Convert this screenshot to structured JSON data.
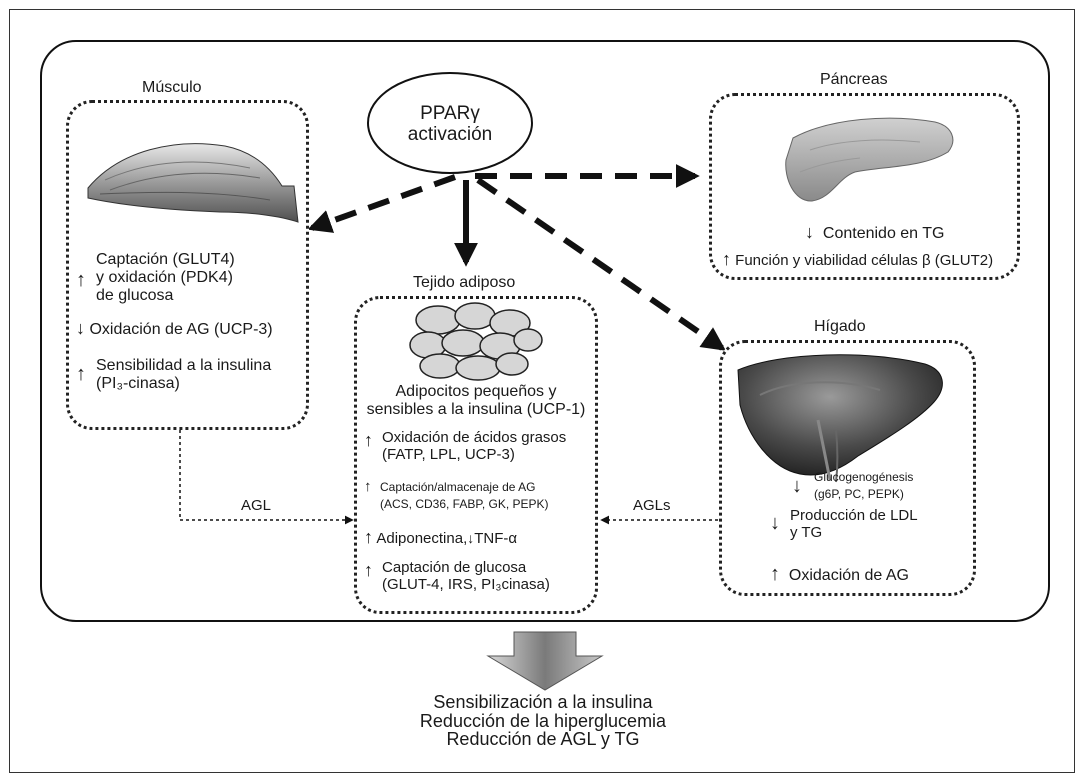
{
  "center": {
    "line1": "PPARγ",
    "line2": "activación"
  },
  "muscle": {
    "title": "Músculo",
    "item1": [
      "Captación (GLUT4)",
      "y oxidación (PDK4)",
      "de glucosa"
    ],
    "item2": "Oxidación de AG (UCP-3)",
    "item3": [
      "Sensibilidad a la insulina",
      "(PI₃-cinasa)"
    ]
  },
  "pancreas": {
    "title": "Páncreas",
    "item1": "Contenido en TG",
    "item2": "Función y viabilidad células β (GLUT2)"
  },
  "adipose": {
    "title": "Tejido adiposo",
    "desc": [
      "Adipocitos pequeños y",
      "sensibles a la insulina (UCP-1)"
    ],
    "item1": [
      "Oxidación de ácidos grasos",
      "(FATP, LPL, UCP-3)"
    ],
    "item2": [
      "Captación/almacenaje de AG",
      "(ACS, CD36, FABP, GK, PEPK)"
    ],
    "item3a": "Adiponectina,",
    "item3b": "TNF-α",
    "item4": [
      "Captación de glucosa",
      "(GLUT-4, IRS, PI₃cinasa)"
    ]
  },
  "liver": {
    "title": "Hígado",
    "item1": [
      "Glucogenogénesis",
      "(g6P, PC, PEPK)"
    ],
    "item2": [
      "Producción de LDL",
      "y TG"
    ],
    "item3": "Oxidación de AG"
  },
  "flows": {
    "left": "AGL",
    "right": "AGLs"
  },
  "outcome": [
    "Sensibilización a la insulina",
    "Reducción de la hiperglucemia",
    "Reducción de AGL y TG"
  ],
  "symbols": {
    "up": "↑",
    "down": "↓"
  }
}
